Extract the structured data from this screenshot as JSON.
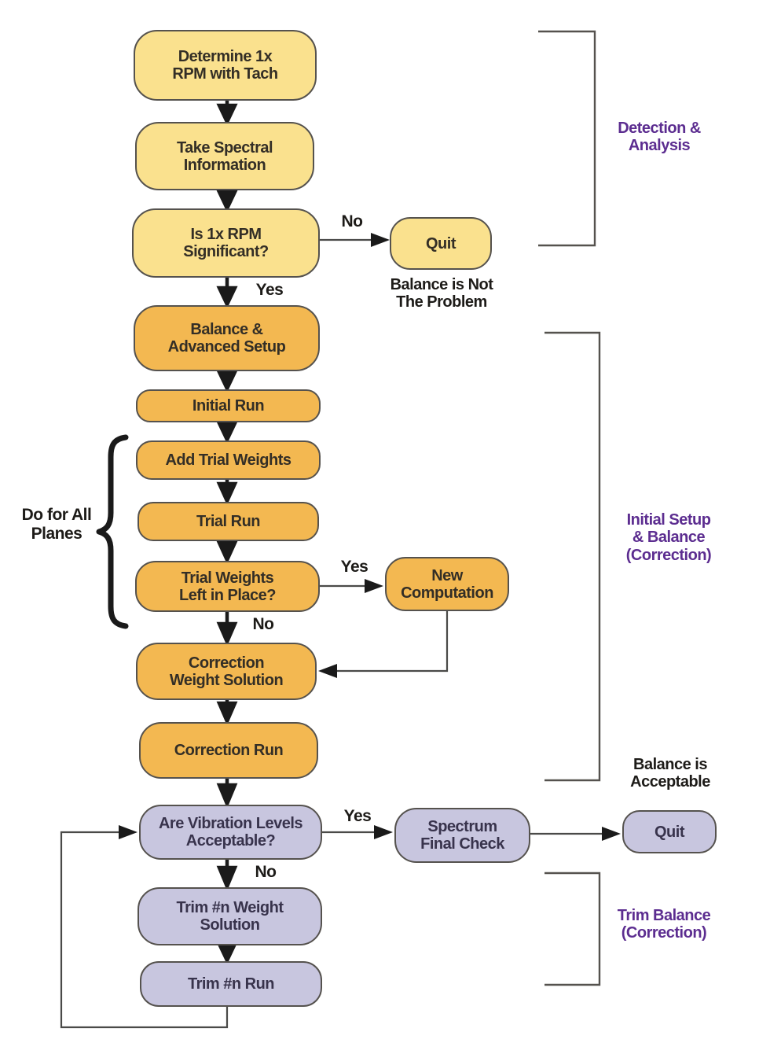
{
  "diagram": {
    "type": "flowchart",
    "topic": "Field balancing procedure",
    "colors": {
      "phase_detection_fill": "#fae18e",
      "phase_correction_fill": "#f3b851",
      "phase_trim_fill": "#c8c6df",
      "node_border": "#55524e",
      "section_label_color": "#5c2d90",
      "line_color": "#4a4a48",
      "arrow_color": "#1a1a1a"
    }
  },
  "nodes": {
    "determine": {
      "label": "Determine 1x\nRPM with Tach"
    },
    "spectral": {
      "label": "Take Spectral\nInformation"
    },
    "rpmsig": {
      "label": "Is 1x RPM\nSignificant?"
    },
    "quit1": {
      "label": "Quit"
    },
    "balancesetup": {
      "label": "Balance &\nAdvanced Setup"
    },
    "initialrun": {
      "label": "Initial Run"
    },
    "addtrial": {
      "label": "Add Trial Weights"
    },
    "trialrun": {
      "label": "Trial Run"
    },
    "trialweights": {
      "label": "Trial Weights\nLeft in Place?"
    },
    "newcomp": {
      "label": "New\nComputation"
    },
    "corrweight": {
      "label": "Correction\nWeight Solution"
    },
    "corrrun": {
      "label": "Correction Run"
    },
    "vib": {
      "label": "Are Vibration Levels\nAcceptable?"
    },
    "spectrum": {
      "label": "Spectrum\nFinal Check"
    },
    "quit2": {
      "label": "Quit"
    },
    "trimweight": {
      "label": "Trim #n Weight\nSolution"
    },
    "trimrun": {
      "label": "Trim #n Run"
    }
  },
  "edge_labels": {
    "no_rpmsig_quit": "No",
    "yes_rpmsig_balance": "Yes",
    "yes_trialweights_newcomp": "Yes",
    "no_trialweights_corrweight": "No",
    "yes_vib_spectrum": "Yes",
    "no_vib_trimweight": "No"
  },
  "annotations": {
    "do_for_all_planes": "Do for All\nPlanes",
    "balance_not_problem": "Balance is Not\nThe Problem",
    "balance_acceptable": "Balance is\nAcceptable"
  },
  "sections": {
    "detection": {
      "label": "Detection &\nAnalysis"
    },
    "initial_setup": {
      "label": "Initial Setup\n& Balance\n(Correction)"
    },
    "trim_balance": {
      "label": "Trim Balance\n(Correction)"
    }
  }
}
